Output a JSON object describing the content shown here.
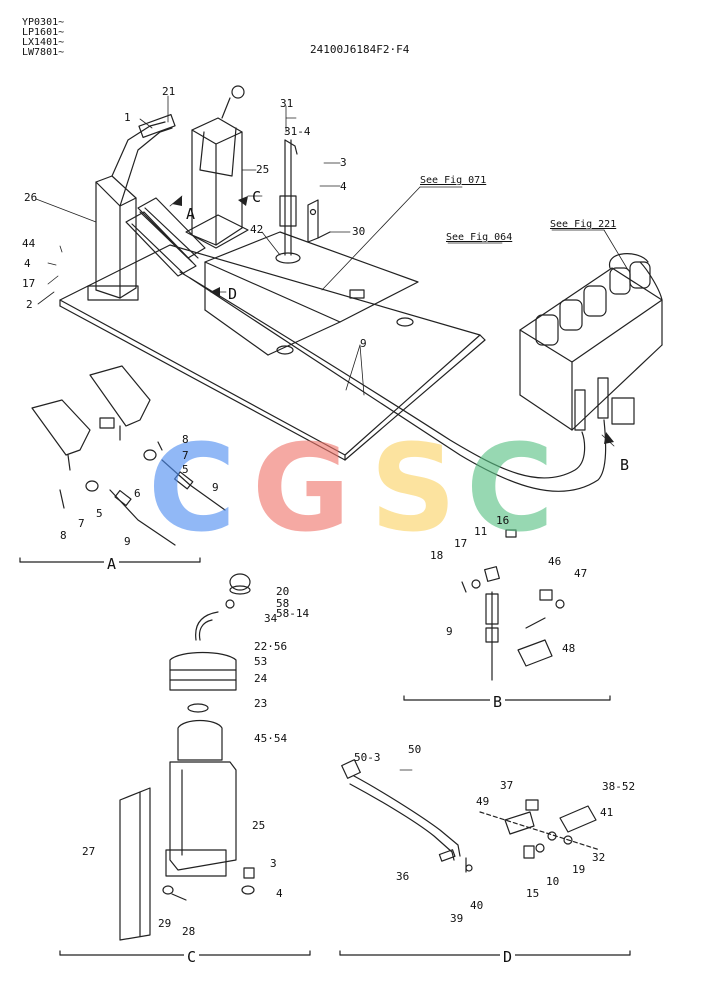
{
  "header": {
    "serials": [
      "YP0301~",
      "LP1601~",
      "LX1401~",
      "LW7801~"
    ],
    "drawing_number": "24100J6184F2·F4"
  },
  "references": {
    "fig_071": "See Fig 071",
    "fig_064": "See Fig 064",
    "fig_221": "See Fig 221"
  },
  "views": {
    "A": "A",
    "B": "B",
    "C": "C",
    "D": "D",
    "arrow_A": "A",
    "arrow_B": "B",
    "arrow_C": "C",
    "arrow_D": "D"
  },
  "watermark": {
    "letters": [
      "C",
      "G",
      "S",
      "C"
    ],
    "colors": [
      "#4f8ef2",
      "#f0766c",
      "#fbd365",
      "#58c184"
    ]
  },
  "callouts": {
    "main": {
      "c1": "1",
      "c21": "21",
      "c26": "26",
      "c44": "44",
      "c4a": "4",
      "c17": "17",
      "c2": "2",
      "c25": "25",
      "c31": "31",
      "c31_4": "31-4",
      "c3": "3",
      "c4b": "4",
      "c30": "30",
      "c42": "42",
      "c9": "9"
    },
    "detailA": {
      "c8a": "8",
      "c7a": "7",
      "c5a": "5",
      "c6": "6",
      "c9a": "9",
      "c8b": "8",
      "c7b": "7",
      "c5b": "5",
      "c9b": "9"
    },
    "detailB": {
      "c11": "11",
      "c16": "16",
      "c17": "17",
      "c18": "18",
      "c9": "9",
      "c46": "46",
      "c47": "47",
      "c48": "48"
    },
    "detailC": {
      "c20": "20",
      "c58": "58",
      "c58_14": "58-14",
      "c34": "34",
      "c22_56": "22·56",
      "c53": "53",
      "c24": "24",
      "c23": "23",
      "c45_54": "45·54",
      "c27": "27",
      "c25": "25",
      "c3": "3",
      "c4": "4",
      "c29": "29",
      "c28": "28"
    },
    "detailD": {
      "c50": "50",
      "c50_3": "50-3",
      "c37": "37",
      "c49": "49",
      "c38_52": "38-52",
      "c41": "41",
      "c36": "36",
      "c15": "15",
      "c10": "10",
      "c19": "19",
      "c32": "32",
      "c39": "39",
      "c40": "40"
    }
  }
}
